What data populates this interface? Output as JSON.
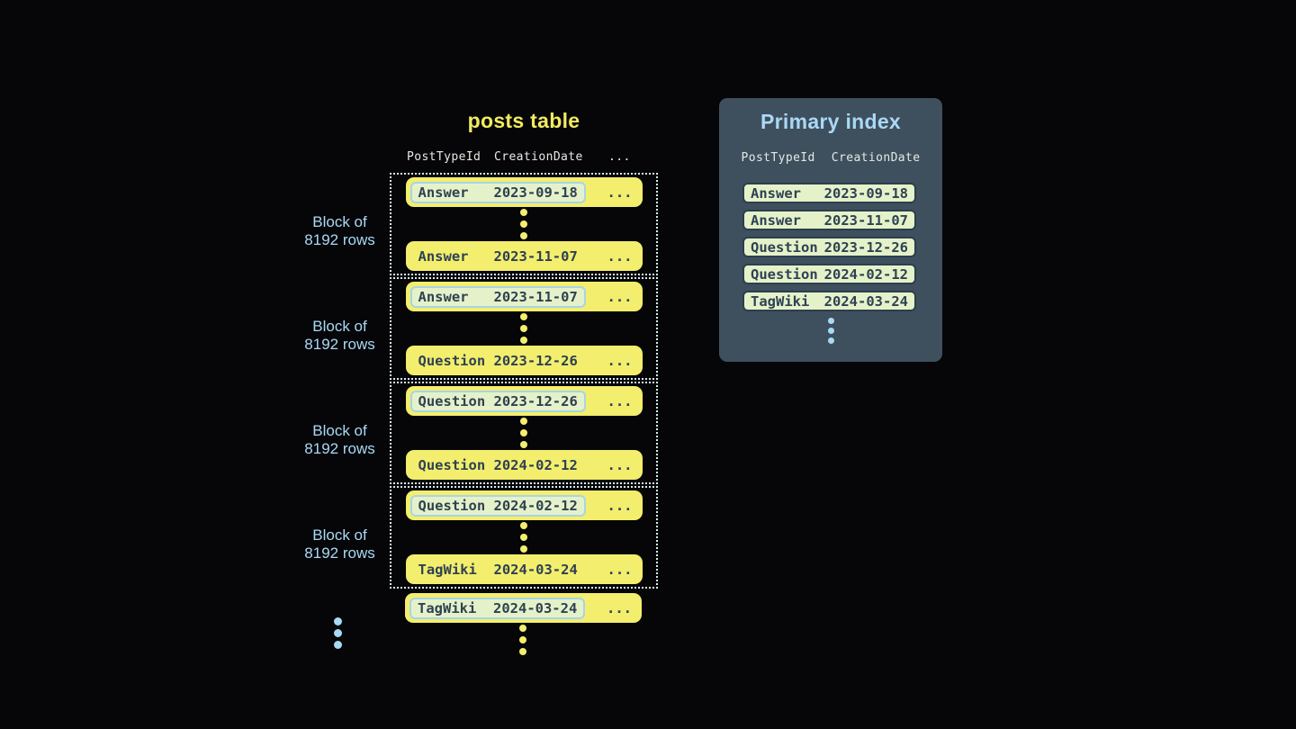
{
  "colors": {
    "background": "#060608",
    "row_yellow": "#f3ee6d",
    "title_yellow": "#f1eb60",
    "pale_green": "#e5f2c9",
    "highlight_border": "#a8d4e8",
    "dark_text": "#2e4154",
    "panel_bg": "#3e4f5d",
    "light_blue": "#a9d9f5",
    "header_text": "#e6e9e4",
    "dotted_border": "#d8edf5"
  },
  "posts_table": {
    "title": "posts table",
    "headers": [
      "PostTypeId",
      "CreationDate",
      "..."
    ],
    "row_ellipsis": "...",
    "block_label_line1": "Block of",
    "block_label_line2": "8192 rows",
    "blocks": [
      {
        "first_row": {
          "type": "Answer",
          "date": "2023-09-18"
        },
        "last_row": {
          "type": "Answer",
          "date": "2023-11-07"
        }
      },
      {
        "first_row": {
          "type": "Answer",
          "date": "2023-11-07"
        },
        "last_row": {
          "type": "Question",
          "date": "2023-12-26"
        }
      },
      {
        "first_row": {
          "type": "Question",
          "date": "2023-12-26"
        },
        "last_row": {
          "type": "Question",
          "date": "2024-02-12"
        }
      },
      {
        "first_row": {
          "type": "Question",
          "date": "2024-02-12"
        },
        "last_row": {
          "type": "TagWiki",
          "date": "2024-03-24"
        }
      }
    ],
    "overflow_row": {
      "type": "TagWiki",
      "date": "2024-03-24"
    }
  },
  "primary_index": {
    "title": "Primary index",
    "headers": [
      "PostTypeId",
      "CreationDate"
    ],
    "rows": [
      {
        "type": "Answer",
        "date": "2023-09-18"
      },
      {
        "type": "Answer",
        "date": "2023-11-07"
      },
      {
        "type": "Question",
        "date": "2023-12-26"
      },
      {
        "type": "Question",
        "date": "2024-02-12"
      },
      {
        "type": "TagWiki",
        "date": "2024-03-24"
      }
    ]
  }
}
